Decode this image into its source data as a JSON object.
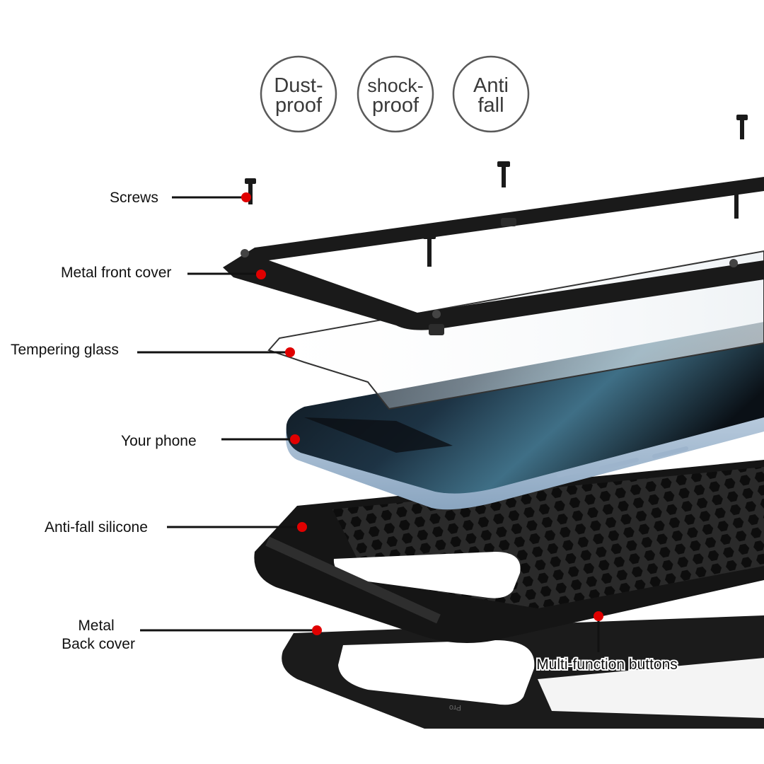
{
  "badges": [
    {
      "lines": [
        "Dust-",
        "proof"
      ]
    },
    {
      "lines": [
        "shock-",
        "proof"
      ]
    },
    {
      "lines": [
        "Anti",
        "fall"
      ]
    }
  ],
  "labels": {
    "screws": "Screws",
    "metal_front_cover": "Metal front cover",
    "tempering_glass": "Tempering glass",
    "your_phone": "Your phone",
    "anti_fall_silicone": "Anti-fall silicone",
    "metal_back_cover_line1": "Metal",
    "metal_back_cover_line2": "Back cover",
    "multi_function_buttons": "Multi-function buttons"
  },
  "colors": {
    "marker": "#e00000",
    "leader": "#111111",
    "badge_border": "#5a5a5a",
    "metal": "#1c1c1c",
    "phone_frame": "#a9bfd6"
  }
}
